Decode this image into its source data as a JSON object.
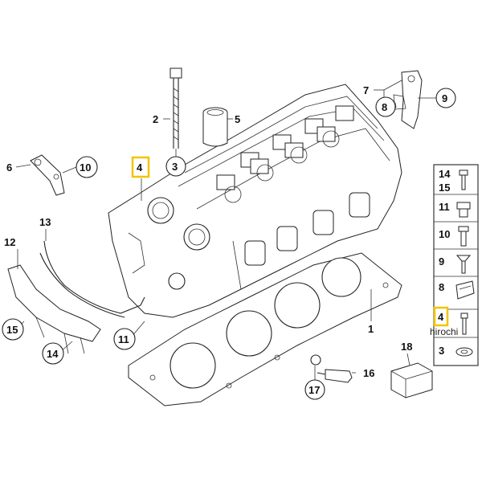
{
  "diagram": {
    "callouts": {
      "c1": "1",
      "c2": "2",
      "c3": "3",
      "c4": "4",
      "c5": "5",
      "c6": "6",
      "c7": "7",
      "c8": "8",
      "c9": "9",
      "c10a": "10",
      "c11": "11",
      "c12": "12",
      "c13": "13",
      "c14": "14",
      "c15": "15",
      "c16": "16",
      "c17": "17",
      "c18": "18"
    },
    "legend": {
      "r1a": "14",
      "r1b": "15",
      "r2": "11",
      "r3": "10",
      "r4": "9",
      "r5": "8",
      "r6": "4",
      "r7": "3"
    },
    "watermark": "hirochi",
    "colors": {
      "highlight": "#f2c400",
      "line": "#222222"
    }
  }
}
